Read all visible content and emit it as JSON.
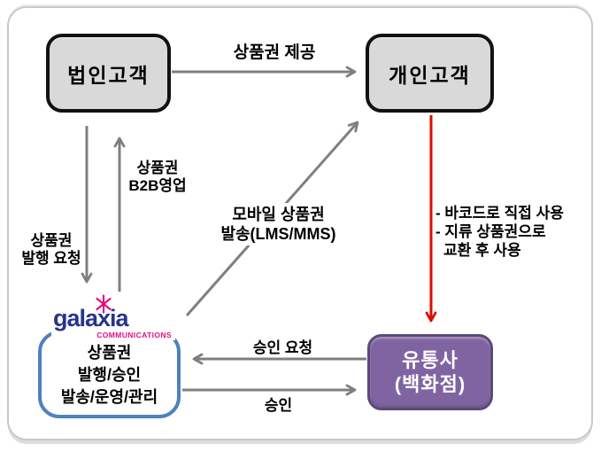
{
  "diagram_title": "mobile gift certificate flow",
  "nodes": {
    "corporate": {
      "label": "법인고객"
    },
    "individual": {
      "label": "개인고객"
    },
    "galaxia": {
      "logo": {
        "name": "galaxia",
        "sub": "COMMUNICATIONS",
        "icon": "star-burst-icon"
      },
      "lines": [
        "상품권",
        "발행/승인",
        "발송/운영/관리"
      ]
    },
    "distributor": {
      "lines": [
        "유통사",
        "(백화점)"
      ]
    }
  },
  "edges": {
    "provide": {
      "label": "상품권 제공",
      "from": "corporate",
      "to": "individual"
    },
    "issue_request": {
      "lines": [
        "상품권",
        "발행 요청"
      ],
      "from": "corporate",
      "to": "galaxia"
    },
    "b2b": {
      "lines": [
        "상품권",
        "B2B영업"
      ],
      "from": "galaxia",
      "to": "corporate"
    },
    "mobile": {
      "lines": [
        "모바일 상품권",
        "발송(LMS/MMS)"
      ],
      "from": "galaxia",
      "to": "individual"
    },
    "redemption": {
      "lines": [
        "- 바코드로 직접 사용",
        "- 지류 상품권으로",
        "교환 후 사용"
      ],
      "from": "individual",
      "to": "distributor"
    },
    "approval_request": {
      "label": "승인 요청",
      "from": "distributor",
      "to": "galaxia"
    },
    "approval": {
      "label": "승인",
      "from": "galaxia",
      "to": "distributor"
    }
  },
  "colors": {
    "arrow_gray": "#7f7f7f",
    "arrow_red": "#dd0b00",
    "node_fill": "#d9d9d9",
    "node_border": "#121212",
    "distributor_fill": "#8064a2",
    "distributor_border": "#5b4a79",
    "galaxia_box_border": "#4f81bd",
    "logo_navy": "#27348b",
    "logo_magenta": "#e40f7e",
    "frame_border": "#c8c8c8"
  }
}
